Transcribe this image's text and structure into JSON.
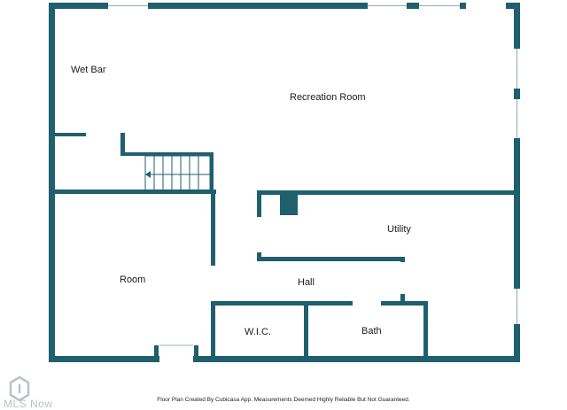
{
  "rooms": {
    "wet_bar": "Wet Bar",
    "recreation_room": "Recreation Room",
    "utility": "Utility",
    "room": "Room",
    "hall": "Hall",
    "wic": "W.I.C.",
    "bath": "Bath"
  },
  "footer": {
    "note": "Floor Plan Created By Cubicasa App. Measurements Deemed Highly Reliable But Not Guaranteed."
  },
  "watermark": {
    "brand": "MLS Now"
  },
  "colors": {
    "wall": "#1f5f6e",
    "background": "#ffffff",
    "watermark": "#b8c3c8"
  }
}
